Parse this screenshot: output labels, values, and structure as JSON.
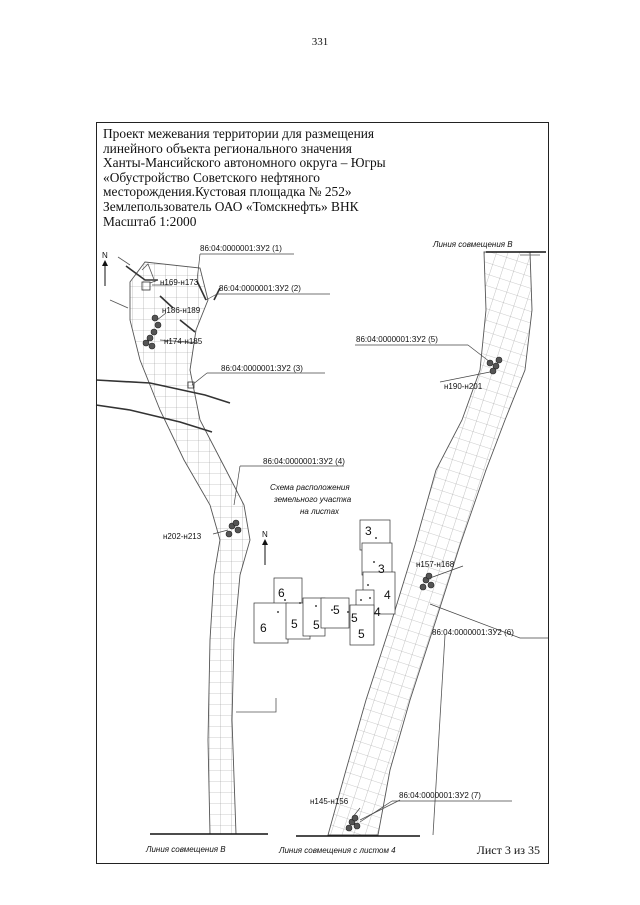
{
  "page_number": "331",
  "title_lines": [
    "Проект межевания территории для размещения",
    "линейного объекта регионального значения",
    "Ханты-Мансийского автономного округа – Югры",
    "«Обустройство Советского нефтяного",
    "месторождения.Кустовая площадка № 252»",
    "Землепользователь ОАО «Томскнефть» ВНК",
    "Масштаб 1:2000"
  ],
  "parcel_labels": {
    "p1": "86:04:0000001:ЗУ2 (1)",
    "p2": "86:04:0000001:ЗУ2 (2)",
    "p3": "86:04:0000001:ЗУ2 (3)",
    "p4": "86:04:0000001:ЗУ2 (4)",
    "p5": "86:04:0000001:ЗУ2 (5)",
    "p6": "86:04:0000001:ЗУ2 (6)",
    "p7": "86:04:0000001:ЗУ2 (7)"
  },
  "point_labels": {
    "a": "н169-н173",
    "b": "н186-н189",
    "c": "н174-н185",
    "d": "н190-н201",
    "e": "н202-н213",
    "f": "н157-н168",
    "g": "н145-н156"
  },
  "match_lines": {
    "top_right": "Линия совмещения В",
    "bottom_left": "Линия совмещения В",
    "bottom_right": "Линия совмещения с листом 4"
  },
  "scheme": {
    "title_lines": [
      "Схема расположения",
      "земельного участка",
      "на листах"
    ],
    "sheet_indices": [
      "3",
      "3",
      "4",
      "4",
      "5",
      "5",
      "5",
      "5",
      "6",
      "6"
    ]
  },
  "north_letter": "N",
  "sheet_label": "Лист 3 из 35"
}
